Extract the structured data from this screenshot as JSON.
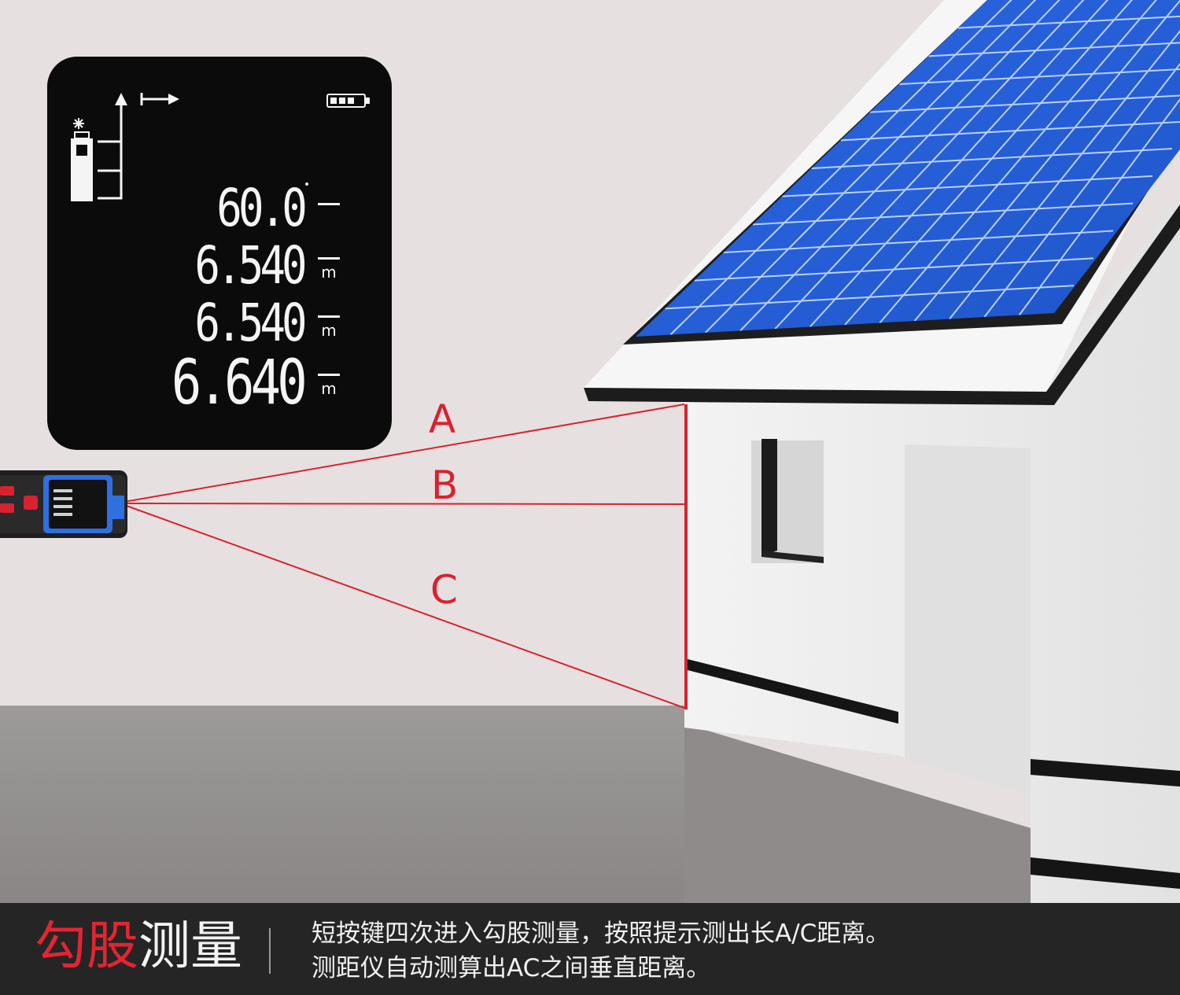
{
  "display": {
    "angle": {
      "value": "60.0",
      "unit": ""
    },
    "readings": [
      {
        "value": "6.540",
        "unit": "m"
      },
      {
        "value": "6.540",
        "unit": "m"
      },
      {
        "value": "6.640",
        "unit": "m"
      }
    ],
    "icons": [
      "laser-icon",
      "device-icon",
      "height-arrow-icon",
      "direction-arrow-icon",
      "battery-icon"
    ]
  },
  "rays": {
    "a": "A",
    "b": "B",
    "c": "C"
  },
  "footer": {
    "title_part1": "勾股",
    "title_part2": "测量",
    "line1": "短按键四次进入勾股测量，按照提示测出长A/C距离。",
    "line2": "测距仪自动测算出AC之间垂直距离。"
  },
  "colors": {
    "laser": "#d9222f",
    "title_accent": "#e52432",
    "panel_blue": "#2f6fe0",
    "footer_bg": "#252525"
  }
}
